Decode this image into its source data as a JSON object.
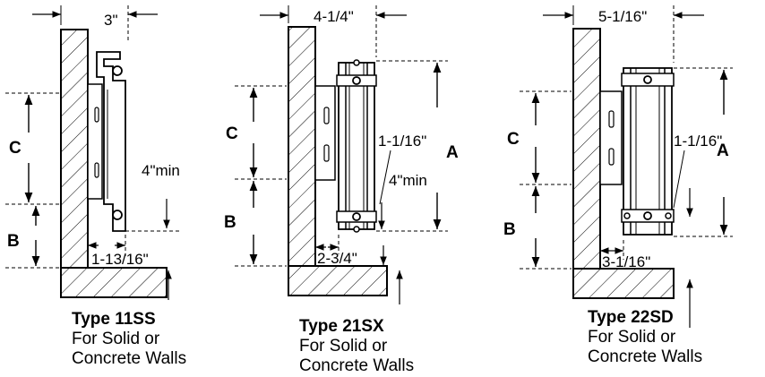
{
  "panels": [
    {
      "id": "11ss",
      "type_label": "Type 11SS",
      "caption_line1": "For Solid or",
      "caption_line2": "Concrete Walls",
      "dims": {
        "width": "3\"",
        "gap": "1-13/16\"",
        "min": "4\"min"
      },
      "letters": [
        "C",
        "B"
      ]
    },
    {
      "id": "21sx",
      "type_label": "Type 21SX",
      "caption_line1": "For Solid or",
      "caption_line2": "Concrete Walls",
      "dims": {
        "width": "4-1/4\"",
        "gap": "2-3/4\"",
        "min": "4\"min",
        "spacing": "1-1/16\""
      },
      "letters": [
        "C",
        "B",
        "A"
      ]
    },
    {
      "id": "22sd",
      "type_label": "Type 22SD",
      "caption_line1": "For Solid or",
      "caption_line2": "Concrete Walls",
      "dims": {
        "width": "5-1/16\"",
        "gap": "3-1/16\"",
        "spacing": "1-1/16\""
      },
      "letters": [
        "C",
        "B",
        "A"
      ]
    }
  ]
}
